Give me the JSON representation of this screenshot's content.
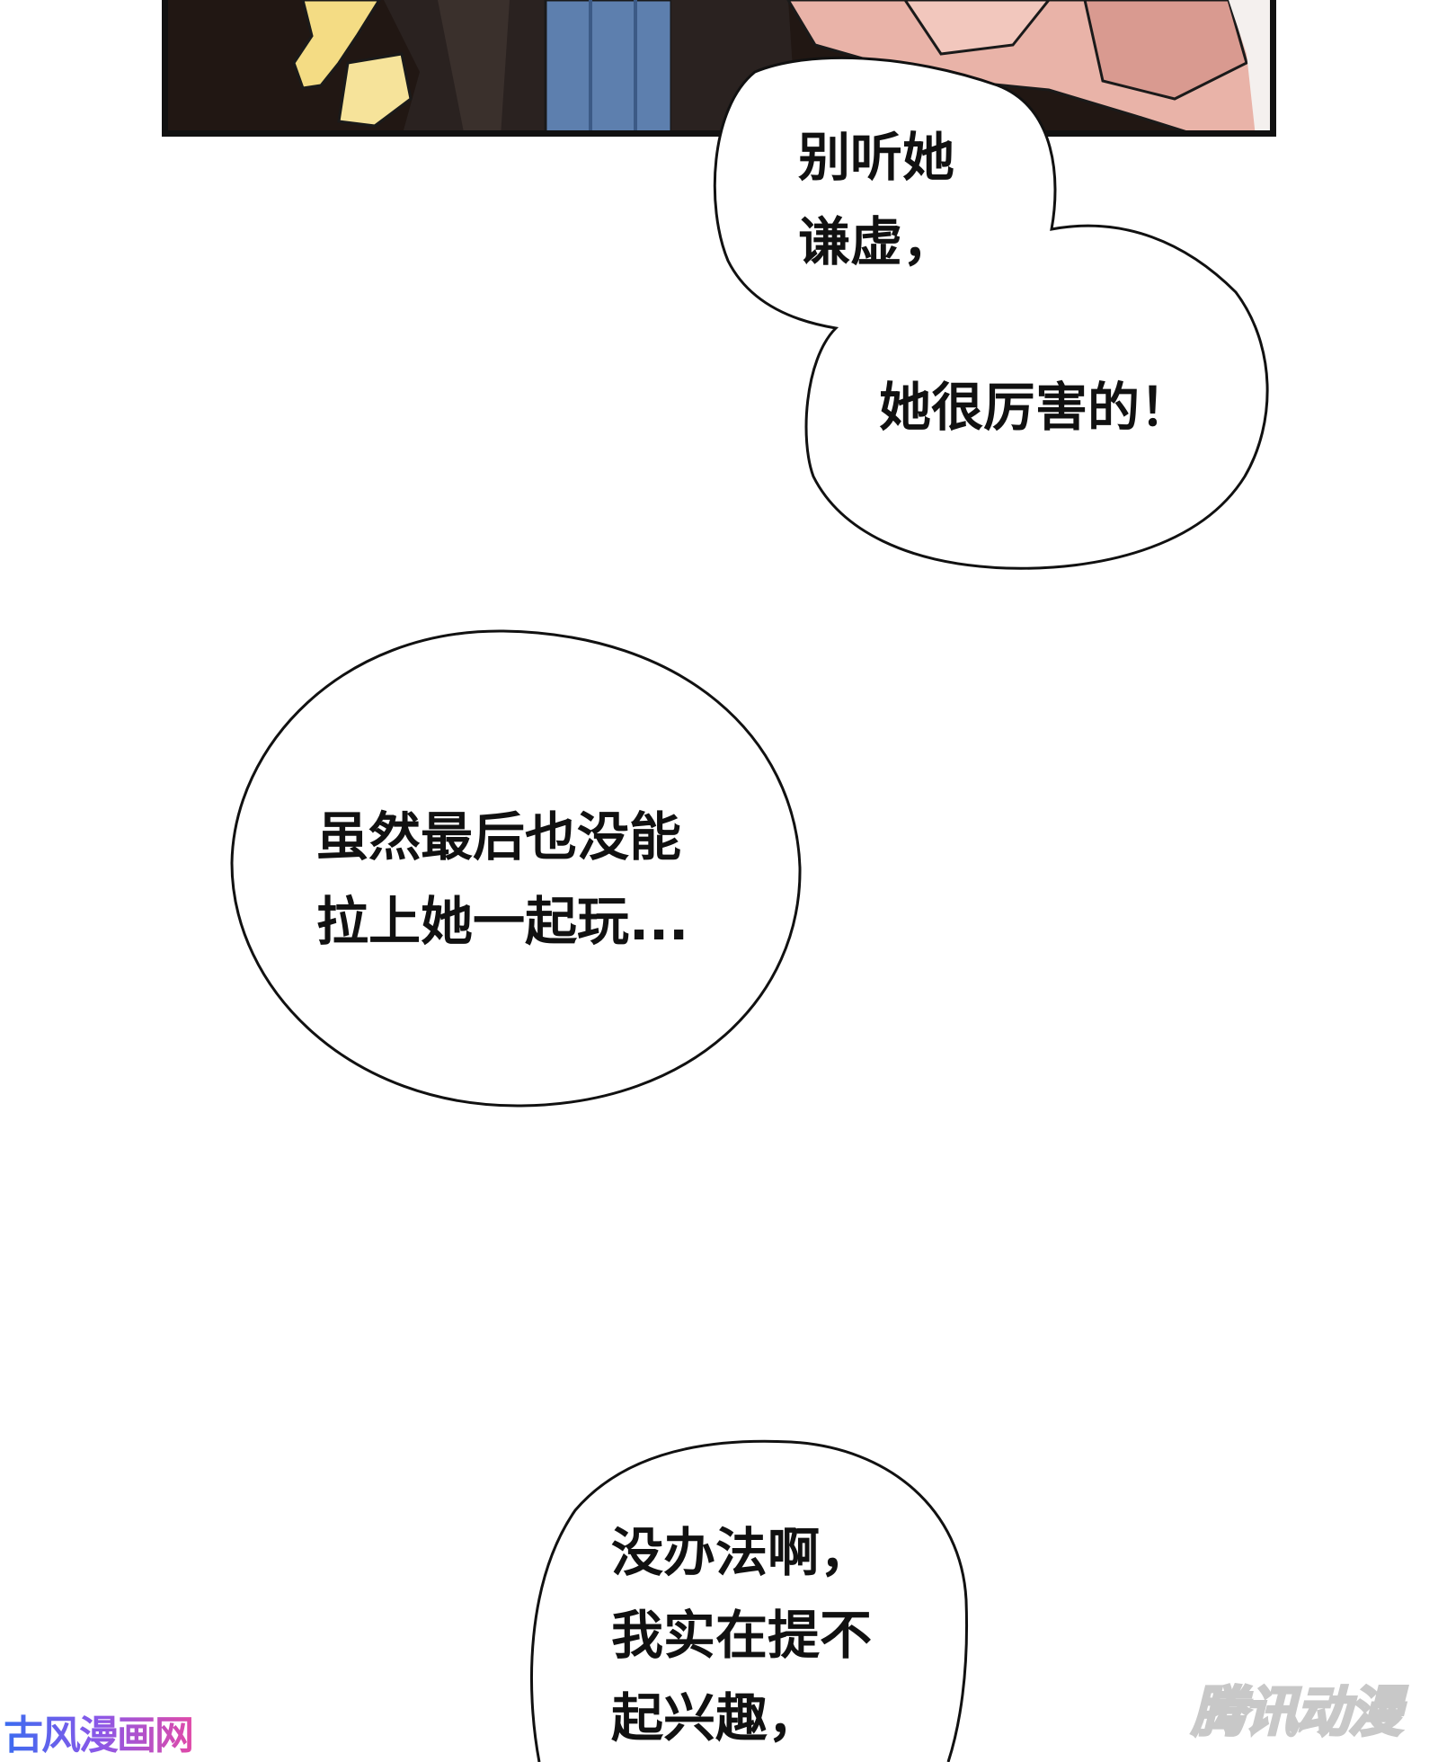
{
  "bubbles": [
    {
      "lines": [
        "别听她",
        "谦虚，",
        "她很厉害的！"
      ]
    },
    {
      "lines": [
        "虽然最后也没能",
        "拉上她一起玩..."
      ]
    },
    {
      "lines": [
        "没办法啊，",
        "我实在提不",
        "起兴趣，"
      ]
    }
  ],
  "watermarks": {
    "left": "古风漫画网",
    "right": "腾讯动漫"
  },
  "colors": {
    "background": "#ffffff",
    "text": "#111111",
    "panel_border": "#111111"
  }
}
